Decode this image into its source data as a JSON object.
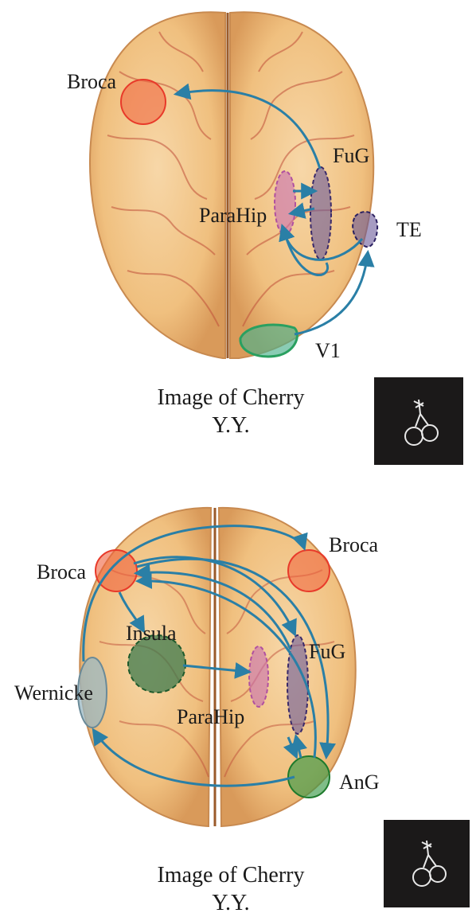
{
  "top": {
    "labels": {
      "broca": "Broca",
      "fug": "FuG",
      "parahip": "ParaHip",
      "te": "TE",
      "v1": "V1"
    },
    "caption": {
      "line1": "Image of Cherry",
      "line2": "Y.Y."
    }
  },
  "bottom": {
    "labels": {
      "broca_left": "Broca",
      "broca_right": "Broca",
      "insula": "Insula",
      "wernicke": "Wernicke",
      "parahip": "ParaHip",
      "fug": "FuG",
      "ang": "AnG"
    },
    "caption": {
      "line1": "Image of Cherry",
      "line2": "Y.Y."
    }
  },
  "colors": {
    "arrow": "#2a7fa6",
    "broca": "#f0603c",
    "parahip": "#c86fb0",
    "fug": "#6a5a9a",
    "te": "#6a5a9a",
    "v1": "#4cb08c",
    "insula": "#3d7a4c",
    "wernicke": "#9ab8c4",
    "ang": "#3a9a48",
    "brain": "#f2c58c",
    "thumb": "#1b1919"
  }
}
